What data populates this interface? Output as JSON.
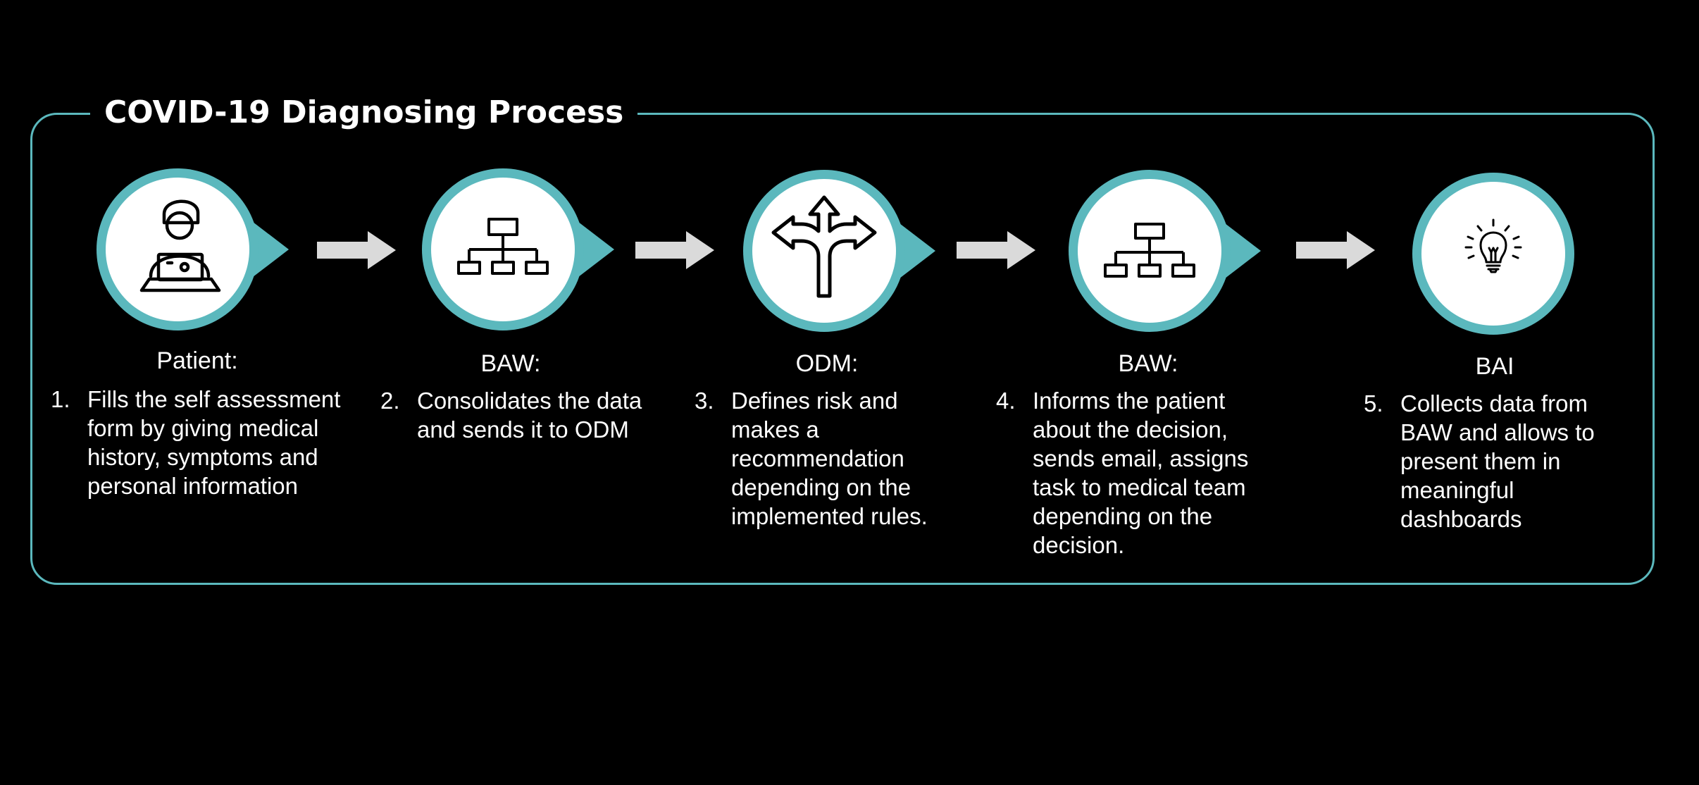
{
  "title": "COVID-19 Diagnosing Process",
  "colors": {
    "background": "#000000",
    "frame": "#5bb8bd",
    "teal": "#5bb8bd",
    "arrow": "#dadada",
    "text": "#ffffff"
  },
  "steps": [
    {
      "icon": "person-laptop-icon",
      "heading": "Patient:",
      "number": "1.",
      "text": "Fills the self assessment form by giving medical history, symptoms and personal information"
    },
    {
      "icon": "hierarchy-icon",
      "heading": "BAW:",
      "number": "2.",
      "text": "Consolidates the data and sends it to ODM"
    },
    {
      "icon": "split-arrows-icon",
      "heading": "ODM:",
      "number": "3.",
      "text": "Defines risk and makes a recommendation depending on the implemented rules."
    },
    {
      "icon": "hierarchy-icon",
      "heading": "BAW:",
      "number": "4.",
      "text": "Informs the patient about the decision, sends email, assigns task to medical team depending on the decision."
    },
    {
      "icon": "lightbulb-icon",
      "heading": "BAI",
      "number": "5.",
      "text": "Collects data from BAW and allows to present them in meaningful dashboards"
    }
  ]
}
